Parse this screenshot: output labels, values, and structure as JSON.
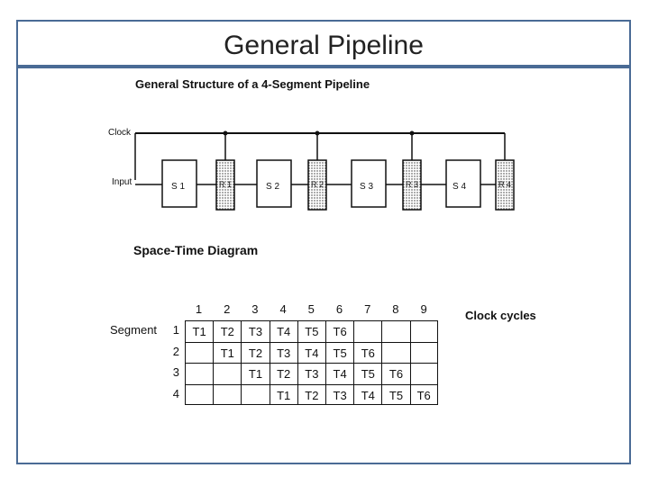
{
  "slide": {
    "title": "General Pipeline"
  },
  "diagram": {
    "subtitle": "General Structure of a 4-Segment Pipeline",
    "clock_label": "Clock",
    "input_label": "Input",
    "segments": [
      {
        "stage": "S 1",
        "register": "R 1"
      },
      {
        "stage": "S 2",
        "register": "R 2"
      },
      {
        "stage": "S 3",
        "register": "R 3"
      },
      {
        "stage": "S 4",
        "register": "R 4"
      }
    ]
  },
  "space_time": {
    "title": "Space-Time Diagram",
    "row_header": "Segment",
    "clock_cycles_label": "Clock cycles",
    "cycles": [
      "1",
      "2",
      "3",
      "4",
      "5",
      "6",
      "7",
      "8",
      "9"
    ],
    "rows": [
      {
        "segment": "1",
        "cells": [
          "T1",
          "T2",
          "T3",
          "T4",
          "T5",
          "T6",
          "",
          "",
          ""
        ]
      },
      {
        "segment": "2",
        "cells": [
          "",
          "T1",
          "T2",
          "T3",
          "T4",
          "T5",
          "T6",
          "",
          ""
        ]
      },
      {
        "segment": "3",
        "cells": [
          "",
          "",
          "T1",
          "T2",
          "T3",
          "T4",
          "T5",
          "T6",
          ""
        ]
      },
      {
        "segment": "4",
        "cells": [
          "",
          "",
          "",
          "T1",
          "T2",
          "T3",
          "T4",
          "T5",
          "T6"
        ]
      }
    ]
  },
  "colors": {
    "frame": "#4a6b95",
    "ink": "#111111"
  }
}
